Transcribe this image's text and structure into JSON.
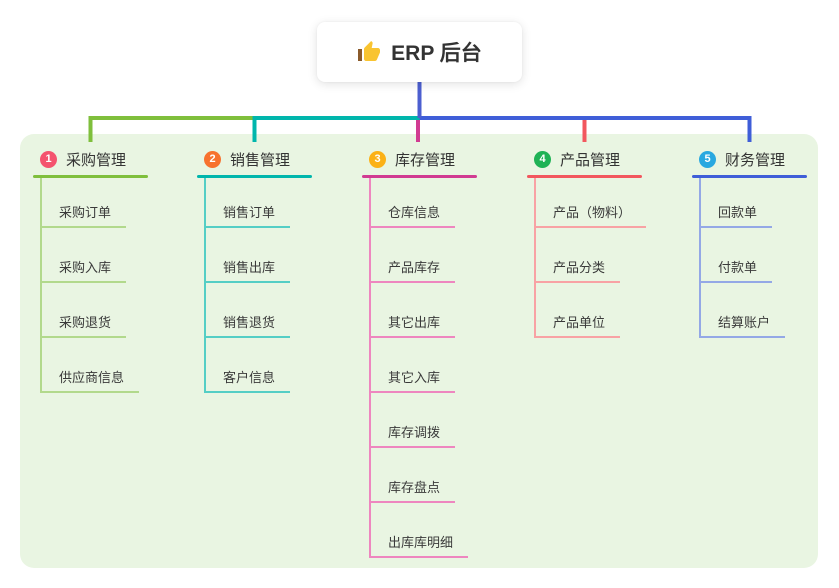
{
  "root": {
    "label": "ERP 后台",
    "icon": "thumbs-up-icon",
    "line_color": "#4c5fd0"
  },
  "panel": {
    "background": "#e9f5e2"
  },
  "branches": [
    {
      "badge": "1",
      "label": "采购管理",
      "badge_color": "#f4536e",
      "line_color": "#7fbf3c",
      "light_color": "#b2d98c",
      "items": [
        "采购订单",
        "采购入库",
        "采购退货",
        "供应商信息"
      ]
    },
    {
      "badge": "2",
      "label": "销售管理",
      "badge_color": "#f7722e",
      "line_color": "#00b6ac",
      "light_color": "#54cec5",
      "items": [
        "销售订单",
        "销售出库",
        "销售退货",
        "客户信息"
      ]
    },
    {
      "badge": "3",
      "label": "库存管理",
      "badge_color": "#fbb116",
      "line_color": "#d13b92",
      "light_color": "#ee86bf",
      "items": [
        "仓库信息",
        "产品库存",
        "其它出库",
        "其它入库",
        "库存调拨",
        "库存盘点",
        "出库库明细"
      ]
    },
    {
      "badge": "4",
      "label": "产品管理",
      "badge_color": "#1fb255",
      "line_color": "#f2575e",
      "light_color": "#f8a2a4",
      "items": [
        "产品（物料）",
        "产品分类",
        "产品单位"
      ]
    },
    {
      "badge": "5",
      "label": "财务管理",
      "badge_color": "#29a8e0",
      "line_color": "#3f5ed8",
      "light_color": "#94a8e6",
      "items": [
        "回款单",
        "付款单",
        "结算账户"
      ]
    }
  ]
}
